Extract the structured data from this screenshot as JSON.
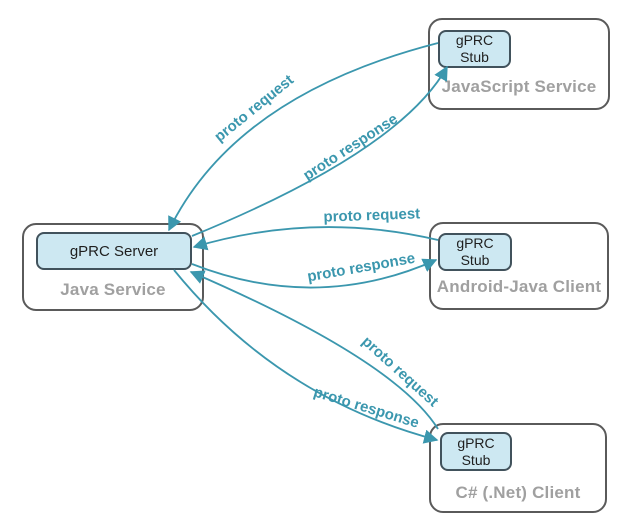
{
  "diagram": {
    "nodes": {
      "java_service": {
        "label": "Java Service",
        "server_label": "gPRC Server"
      },
      "javascript_service": {
        "label": "JavaScript Service",
        "stub_line1": "gPRC",
        "stub_line2": "Stub"
      },
      "android_client": {
        "label": "Android-Java Client",
        "stub_line1": "gPRC",
        "stub_line2": "Stub"
      },
      "csharp_client": {
        "label": "C# (.Net) Client",
        "stub_line1": "gPRC",
        "stub_line2": "Stub"
      }
    },
    "edges": {
      "js_request": "proto request",
      "js_response": "proto response",
      "android_request": "proto request",
      "android_response": "proto response",
      "csharp_request": "proto request",
      "csharp_response": "proto response"
    },
    "colors": {
      "arrow": "#3b97ae",
      "stub_fill": "#cde8f2",
      "stub_border": "#41525c",
      "node_border": "#5a5a5a",
      "node_label_gray": "#a0a0a0",
      "inner_text": "#1f1f1f"
    }
  }
}
